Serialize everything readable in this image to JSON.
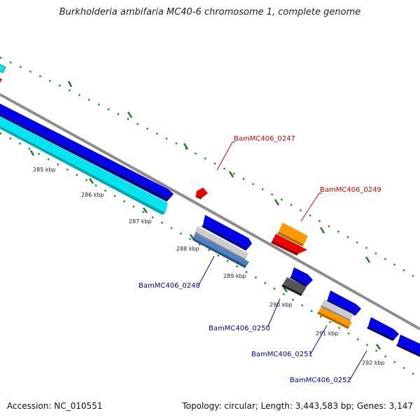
{
  "title": "Burkholderia ambifaria MC40-6 chromosome 1, complete genome",
  "footer": {
    "accession": "Accession: NC_010551",
    "summary": "Topology: circular; Length: 3,443,583 bp; Genes: 3,147"
  },
  "colors": {
    "backbone": "#8c8c8c",
    "tick": "#2f8a2f",
    "forward_cds": "#0000ee",
    "cyan_cds": "#00e5ee",
    "red_label": "#dd0000",
    "blue_label": "#0000bb",
    "orange_cds": "#ff9900",
    "gray_cds": "#555555",
    "light_gray_cds": "#bbbbbb",
    "steel_cds": "#4a84c4"
  },
  "scale_ticks": [
    "285 kbp",
    "286 kbp",
    "287 kbp",
    "288 kbp",
    "289 kbp",
    "290 kbp",
    "291 kbp",
    "292 kbp"
  ],
  "gene_labels": [
    {
      "id": "BamMC406_0247",
      "label": "BamMC406_0247",
      "color": "red"
    },
    {
      "id": "BamMC406_0249",
      "label": "BamMC406_0249",
      "color": "red"
    },
    {
      "id": "BamMC406_0248",
      "label": "BamMC406_0248",
      "color": "blue"
    },
    {
      "id": "BamMC406_0250",
      "label": "BamMC406_0250",
      "color": "blue"
    },
    {
      "id": "BamMC406_0251",
      "label": "BamMC406_0251",
      "color": "blue"
    },
    {
      "id": "BamMC406_0252",
      "label": "BamMC406_0252",
      "color": "blue"
    }
  ]
}
